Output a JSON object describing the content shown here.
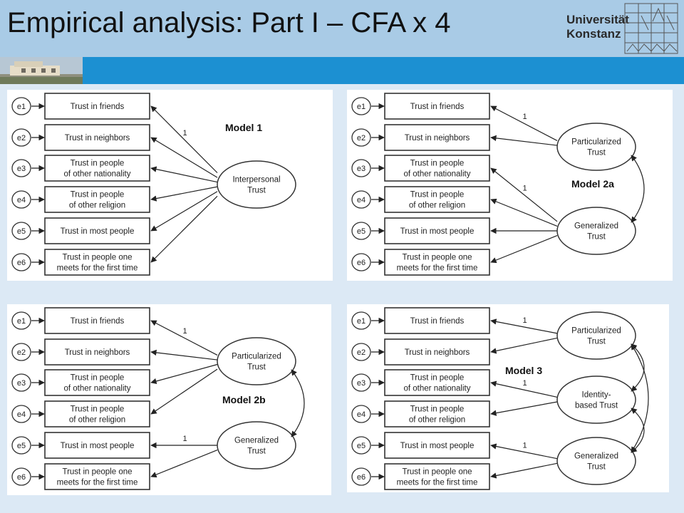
{
  "slide": {
    "title": "Empirical analysis: Part I – CFA x 4",
    "university": [
      "Universität",
      "Konstanz"
    ]
  },
  "colors": {
    "header": "#a9cbe6",
    "bar": "#1c90d2",
    "background": "#dce9f5"
  },
  "errors": [
    "e1",
    "e2",
    "e3",
    "e4",
    "e5",
    "e6"
  ],
  "indicators": [
    [
      "Trust in friends"
    ],
    [
      "Trust in neighbors"
    ],
    [
      "Trust in people",
      "of other nationality"
    ],
    [
      "Trust in people",
      "of other religion"
    ],
    [
      "Trust in most people"
    ],
    [
      "Trust in people one",
      "meets for the first time"
    ]
  ],
  "models": [
    {
      "label": "Model 1",
      "factors": [
        {
          "text": [
            "Interpersonal",
            "Trust"
          ],
          "indicators": [
            0,
            1,
            2,
            3,
            4,
            5
          ],
          "fixed": 0
        }
      ],
      "correlations": [],
      "fixed_label": "1"
    },
    {
      "label": "Model 2a",
      "factors": [
        {
          "text": [
            "Particularized",
            "Trust"
          ],
          "indicators": [
            0,
            1
          ],
          "fixed": 0
        },
        {
          "text": [
            "Generalized",
            "Trust"
          ],
          "indicators": [
            2,
            3,
            4,
            5
          ],
          "fixed": 2
        }
      ],
      "correlations": [
        [
          0,
          1
        ]
      ],
      "fixed_label": "1"
    },
    {
      "label": "Model 2b",
      "factors": [
        {
          "text": [
            "Particularized",
            "Trust"
          ],
          "indicators": [
            0,
            1,
            2,
            3
          ],
          "fixed": 0
        },
        {
          "text": [
            "Generalized",
            "Trust"
          ],
          "indicators": [
            4,
            5
          ],
          "fixed": 4
        }
      ],
      "correlations": [
        [
          0,
          1
        ]
      ],
      "fixed_label": "1"
    },
    {
      "label": "Model 3",
      "factors": [
        {
          "text": [
            "Particularized",
            "Trust"
          ],
          "indicators": [
            0,
            1
          ],
          "fixed": 0
        },
        {
          "text": [
            "Identity-",
            "based Trust"
          ],
          "indicators": [
            2,
            3
          ],
          "fixed": 2
        },
        {
          "text": [
            "Generalized",
            "Trust"
          ],
          "indicators": [
            4,
            5
          ],
          "fixed": 4
        }
      ],
      "correlations": [
        [
          0,
          1
        ],
        [
          1,
          2
        ],
        [
          0,
          2
        ]
      ],
      "fixed_label": "1"
    }
  ]
}
